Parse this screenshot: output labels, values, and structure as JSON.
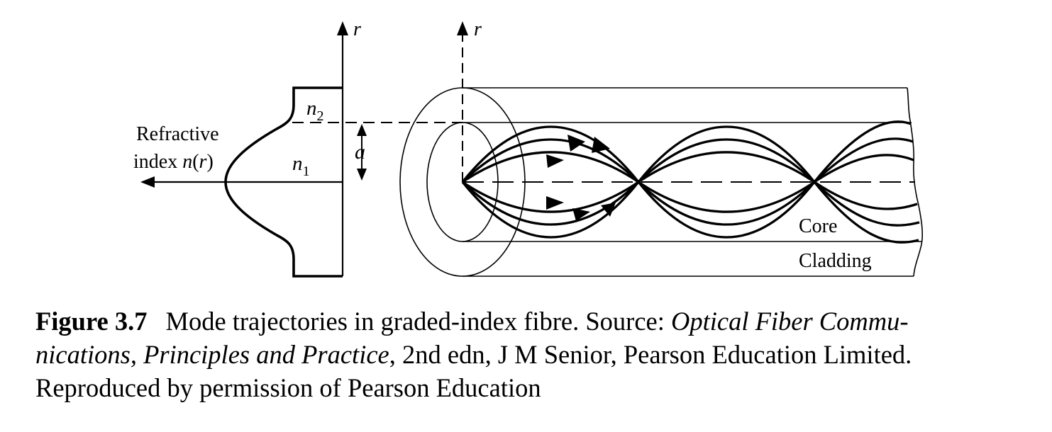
{
  "diagram": {
    "axis_left_label": "r",
    "axis_right_label": "r",
    "refractive_label_line1": "Refractive",
    "refractive_label_line2_prefix": "index ",
    "refractive_label_n": "n",
    "refractive_label_paren_open": "(",
    "refractive_label_r": "r",
    "refractive_label_paren_close": ")",
    "n2_base": "n",
    "n2_sub": "2",
    "n1_base": "n",
    "n1_sub": "1",
    "radius_label": "a",
    "core_label": "Core",
    "cladding_label": "Cladding"
  },
  "caption": {
    "figure_number": "Figure 3.7",
    "text_plain_1": "Mode trajectories in graded-index fibre. Source: ",
    "text_italic_1": "Optical Fiber Commu-",
    "text_italic_2": "nications, Principles and Practice",
    "text_plain_2": ", 2nd edn, J M Senior, Pearson Education Limited.",
    "text_plain_3": "Reproduced by permission of Pearson Education"
  }
}
